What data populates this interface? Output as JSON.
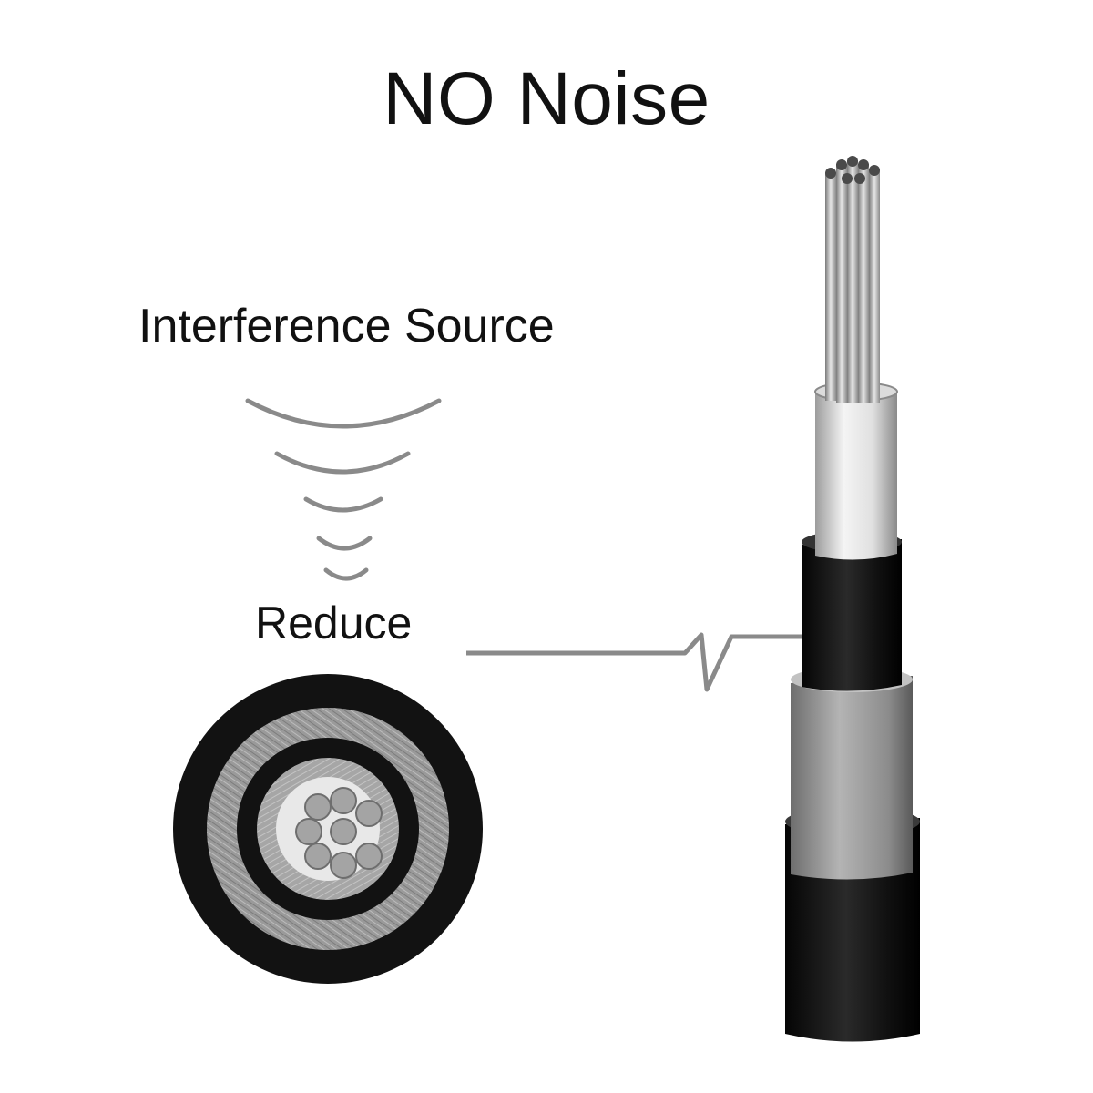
{
  "diagram": {
    "title": "NO Noise",
    "interference_label": "Interference Source",
    "reduce_label": "Reduce"
  },
  "colors": {
    "background": "#ffffff",
    "text": "#111111",
    "wave": "#8a8a8a",
    "jacket": "#141414",
    "shield": "#9a9a9a",
    "insulation": "#d8d8d8",
    "conductor": "#a8a8a8"
  }
}
